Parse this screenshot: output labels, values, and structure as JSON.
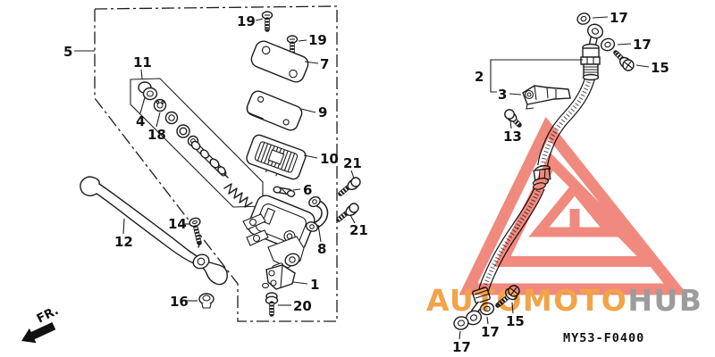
{
  "page": {
    "background": "#ffffff"
  },
  "watermark": {
    "brand_primary": "AUTOMOTO",
    "brand_secondary": "HUB",
    "primary_color": "#f3a348",
    "secondary_color": "#9c9c9c",
    "triangle_color": "#f0897e"
  },
  "footer": {
    "diagram_code": "MY53-F0400"
  },
  "orientation": {
    "front_label": "FR."
  },
  "callouts": [
    {
      "id": "19a",
      "text": "19"
    },
    {
      "id": "19b",
      "text": "19"
    },
    {
      "id": "7",
      "text": "7"
    },
    {
      "id": "9",
      "text": "9"
    },
    {
      "id": "10",
      "text": "10"
    },
    {
      "id": "21a",
      "text": "21"
    },
    {
      "id": "6",
      "text": "6"
    },
    {
      "id": "8",
      "text": "8"
    },
    {
      "id": "21b",
      "text": "21"
    },
    {
      "id": "1",
      "text": "1"
    },
    {
      "id": "20",
      "text": "20"
    },
    {
      "id": "5",
      "text": "5"
    },
    {
      "id": "11",
      "text": "11"
    },
    {
      "id": "4",
      "text": "4"
    },
    {
      "id": "18",
      "text": "18"
    },
    {
      "id": "12",
      "text": "12"
    },
    {
      "id": "14",
      "text": "14"
    },
    {
      "id": "16",
      "text": "16"
    },
    {
      "id": "2",
      "text": "2"
    },
    {
      "id": "3",
      "text": "3"
    },
    {
      "id": "13",
      "text": "13"
    },
    {
      "id": "17a",
      "text": "17"
    },
    {
      "id": "17b",
      "text": "17"
    },
    {
      "id": "15a",
      "text": "15"
    },
    {
      "id": "15b",
      "text": "15"
    },
    {
      "id": "17c",
      "text": "17"
    },
    {
      "id": "17d",
      "text": "17"
    }
  ]
}
